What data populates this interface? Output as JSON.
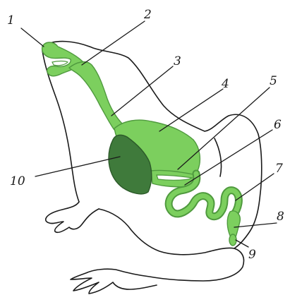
{
  "colors": {
    "gut": "#7ccf5e",
    "gut_edge": "#4f9a3e",
    "liver": "#3f7a3b",
    "outline": "#1a1a1a"
  },
  "labels": [
    {
      "id": "1",
      "text": "1"
    },
    {
      "id": "2",
      "text": "2"
    },
    {
      "id": "3",
      "text": "3"
    },
    {
      "id": "4",
      "text": "4"
    },
    {
      "id": "5",
      "text": "5"
    },
    {
      "id": "6",
      "text": "6"
    },
    {
      "id": "7",
      "text": "7"
    },
    {
      "id": "8",
      "text": "8"
    },
    {
      "id": "9",
      "text": "9"
    },
    {
      "id": "10",
      "text": "10"
    }
  ]
}
